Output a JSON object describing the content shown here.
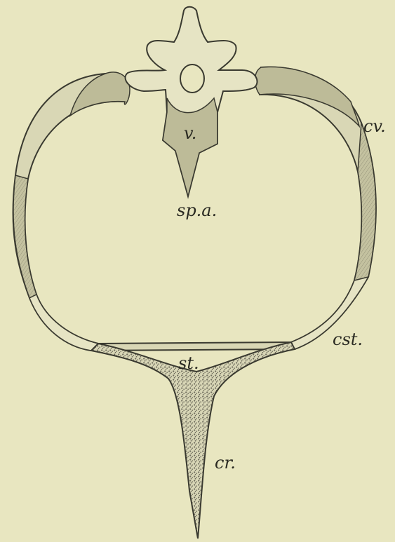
{
  "figure": {
    "labels": {
      "vertebra": "v.",
      "costal_vertebral": "cv.",
      "spinous_arch": "sp.a.",
      "costal_sternal": "cst.",
      "sternum": "st.",
      "crista": "cr."
    },
    "colors": {
      "paper": "#e8e6c0",
      "ink": "#3a3a30",
      "bone_shade": "#bdbb98",
      "stipple": "#7a7868"
    }
  }
}
